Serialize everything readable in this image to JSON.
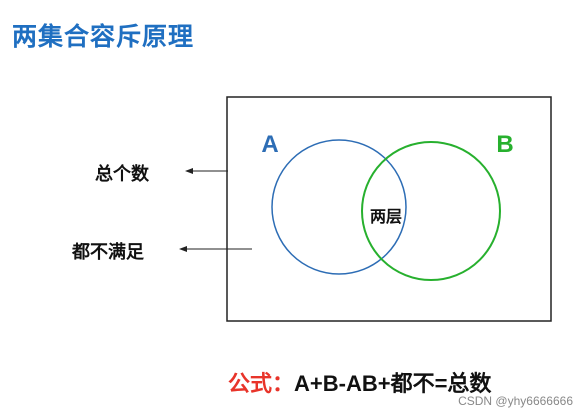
{
  "title": "两集合容斥原理",
  "set_a_label": "A",
  "set_b_label": "B",
  "intersection_label": "两层",
  "total_label": "总个数",
  "neither_label": "都不满足",
  "formula_label": "公式：",
  "formula_expr": "A+B-AB+都不=总数",
  "watermark": "CSDN @yhy6666666",
  "colors": {
    "title": "#1f6fc1",
    "set_a": "#2d6db5",
    "set_b": "#27b02e",
    "formula_label": "#e8342a",
    "text": "#111111"
  }
}
